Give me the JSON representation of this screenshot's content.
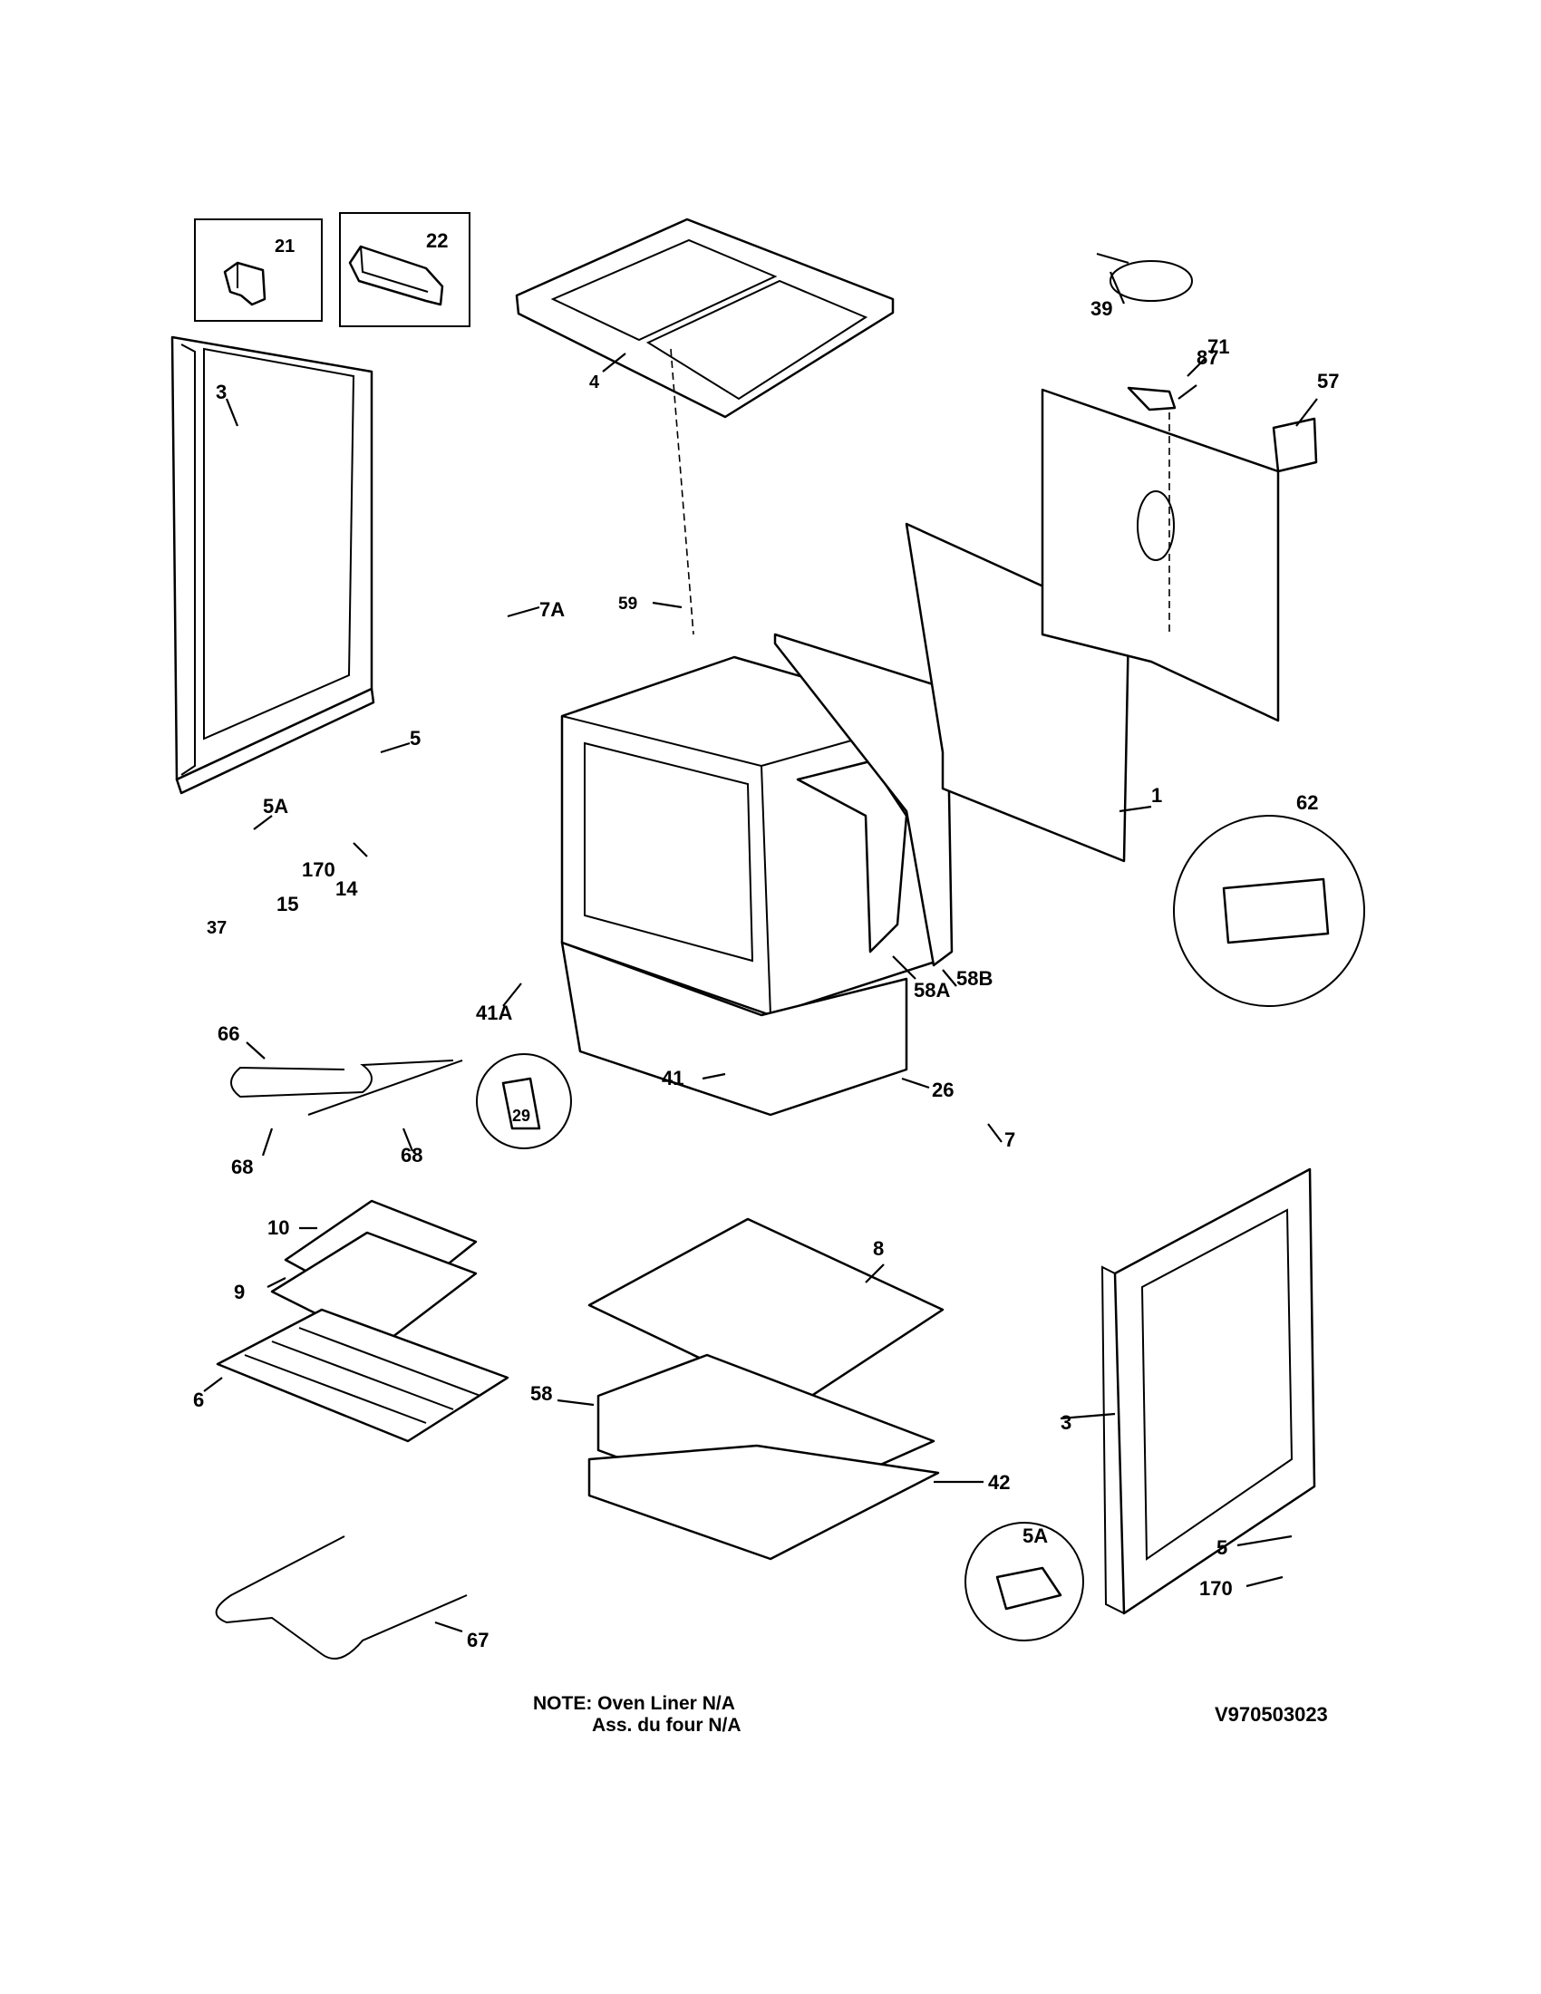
{
  "labels": {
    "l21": "21",
    "l22": "22",
    "l3a": "3",
    "l4": "4",
    "l39": "39",
    "l87": "87",
    "l57": "57",
    "l71": "71",
    "l7a": "7A",
    "l59": "59",
    "l5a": "5",
    "l5aa": "5A",
    "l170a": "170",
    "l15": "15",
    "l14": "14",
    "l37": "37",
    "l1": "1",
    "l62": "62",
    "l41a": "41A",
    "l58a": "58A",
    "l58b": "58B",
    "l66": "66",
    "l29": "29",
    "l41": "41",
    "l26": "26",
    "l7": "7",
    "l68a": "68",
    "l68b": "68",
    "l10": "10",
    "l8": "8",
    "l9": "9",
    "l6": "6",
    "l58": "58",
    "l3b": "3",
    "l42": "42",
    "l5b": "5",
    "l5ab": "5A",
    "l170b": "170",
    "l67": "67"
  },
  "note": {
    "line1": "NOTE: Oven Liner N/A",
    "line2": "Ass. du four N/A"
  },
  "diagram_id": "V970503023"
}
